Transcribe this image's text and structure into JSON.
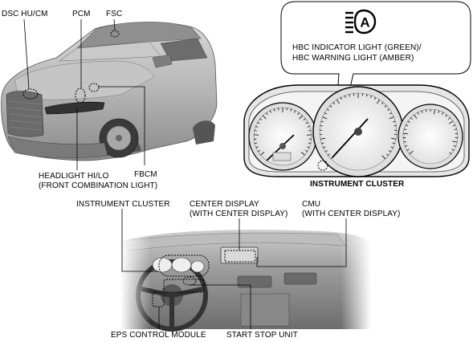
{
  "labels": {
    "dsc_hu_cm": "DSC HU/CM",
    "pcm": "PCM",
    "fsc": "FSC",
    "headlight_line1": "HEADLIGHT HI/LO",
    "headlight_line2": "(FRONT COMBINATION LIGHT)",
    "fbcm": "FBCM",
    "hbc_line1": "HBC INDICATOR LIGHT (GREEN)/",
    "hbc_line2": "HBC WARNING LIGHT (AMBER)",
    "instrument_cluster_top": "INSTRUMENT CLUSTER",
    "instrument_cluster_bottom": "INSTRUMENT CLUSTER",
    "center_display_line1": "CENTER DISPLAY",
    "center_display_line2": "(WITH CENTER DISPLAY)",
    "cmu_line1": "CMU",
    "cmu_line2": "(WITH CENTER DISPLAY)",
    "eps_control_module": "EPS CONTROL MODULE",
    "start_stop_unit": "START STOP UNIT"
  },
  "icons": {
    "hbc": "high-beam-auto-icon"
  },
  "colors": {
    "line": "#000000",
    "car_body": "#b8b8b8",
    "dash_body": "#9a9a9a"
  }
}
